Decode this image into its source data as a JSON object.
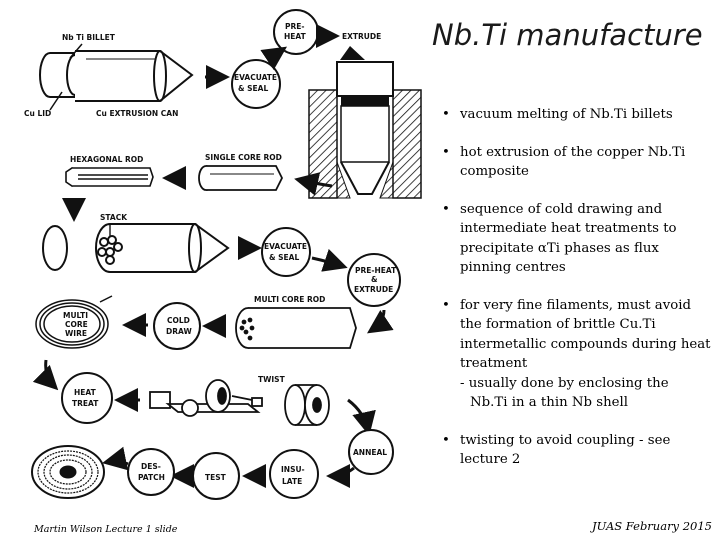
{
  "title": "Nb.Ti manufacture",
  "bullets": [
    {
      "lines": [
        "vacuum melting of Nb.Ti billets"
      ]
    },
    {
      "lines": [
        "hot extrusion of the copper Nb.Ti",
        "composite"
      ]
    },
    {
      "lines": [
        "sequence of cold drawing and",
        "intermediate heat treatments to",
        "precipitate αTi phases as flux",
        "pinning centres"
      ]
    },
    {
      "lines": [
        "for very fine filaments, must avoid",
        "the formation of brittle Cu.Ti",
        "intermetallic compounds during heat",
        "treatment"
      ],
      "sub": [
        "- usually done by enclosing the",
        "Nb.Ti in a thin Nb shell"
      ]
    },
    {
      "lines": [
        "twisting to avoid coupling - see",
        "lecture 2"
      ]
    }
  ],
  "footer": {
    "left": "Martin Wilson Lecture 1 slide",
    "right": "JUAS February 2015"
  },
  "diagram": {
    "billet": "Nb Ti BILLET",
    "cu_lid": "Cu LID",
    "cu_can": "Cu EXTRUSION CAN",
    "preheat_1a": "PRE-",
    "preheat_1b": "HEAT",
    "extrude": "EXTRUDE",
    "evacuate_1a": "EVACUATE",
    "evacuate_1b": "& SEAL",
    "hex_rod": "HEXAGONAL ROD",
    "single_core": "SINGLE CORE ROD",
    "stack": "STACK",
    "evacuate_2a": "EVACUATE",
    "evacuate_2b": "& SEAL",
    "preheat_2a": "PRE-HEAT",
    "preheat_2b": "&",
    "preheat_2c": "EXTRUDE",
    "mcw_a": "MULTI",
    "mcw_b": "CORE",
    "mcw_c": "WIRE",
    "cold_a": "COLD",
    "cold_b": "DRAW",
    "multi_core_rod": "MULTI CORE ROD",
    "twist": "TWIST",
    "heat_a": "HEAT",
    "heat_b": "TREAT",
    "anneal": "ANNEAL",
    "despatch_a": "DES-",
    "despatch_b": "PATCH",
    "test": "TEST",
    "insulate_a": "INSU-",
    "insulate_b": "LATE"
  }
}
